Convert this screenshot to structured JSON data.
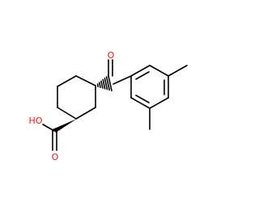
{
  "colors": {
    "background": "#ffffff",
    "bond": "#000000",
    "oxygen": "#ff0d0d"
  },
  "labels": {
    "carbonyl_oxygen": "O",
    "carboxyl_oxygen": "O",
    "hydroxyl": "HO",
    "methyl_top": "",
    "methyl_bottom": ""
  }
}
